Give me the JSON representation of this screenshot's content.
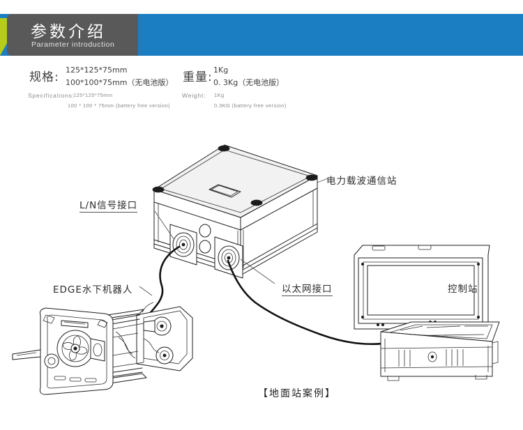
{
  "banner": {
    "title": "参数介绍",
    "subtitle": "Parameter introduction",
    "gray_color": "#595959",
    "blue_color": "#1b7dc2",
    "green_color": "#b5cc18"
  },
  "specs": [
    {
      "cn_label": "规格:",
      "cn_value_1": "125*125*75mm",
      "cn_value_2": "100*100*75mm（无电池版）",
      "en_label": "Specifications:",
      "en_value_1": "125*125*75mm",
      "en_value_2": "100 * 100 * 75mm (battery free version)"
    },
    {
      "cn_label": "重量:",
      "cn_value_1": "1Kg",
      "cn_value_2": "0. 3Kg（无电池版）",
      "en_label": "Weight:",
      "en_value_1": "1Kg",
      "en_value_2": "0.3KG (battery free version)"
    }
  ],
  "diagram": {
    "labels": {
      "carrier_station": "电力载波通信站",
      "ln_signal_port": "L/N信号接口",
      "ethernet_port": "以太网接口",
      "underwater_robot": "EDGE水下机器人",
      "control_station": "控制站"
    },
    "caption": "【地面站案例】"
  }
}
